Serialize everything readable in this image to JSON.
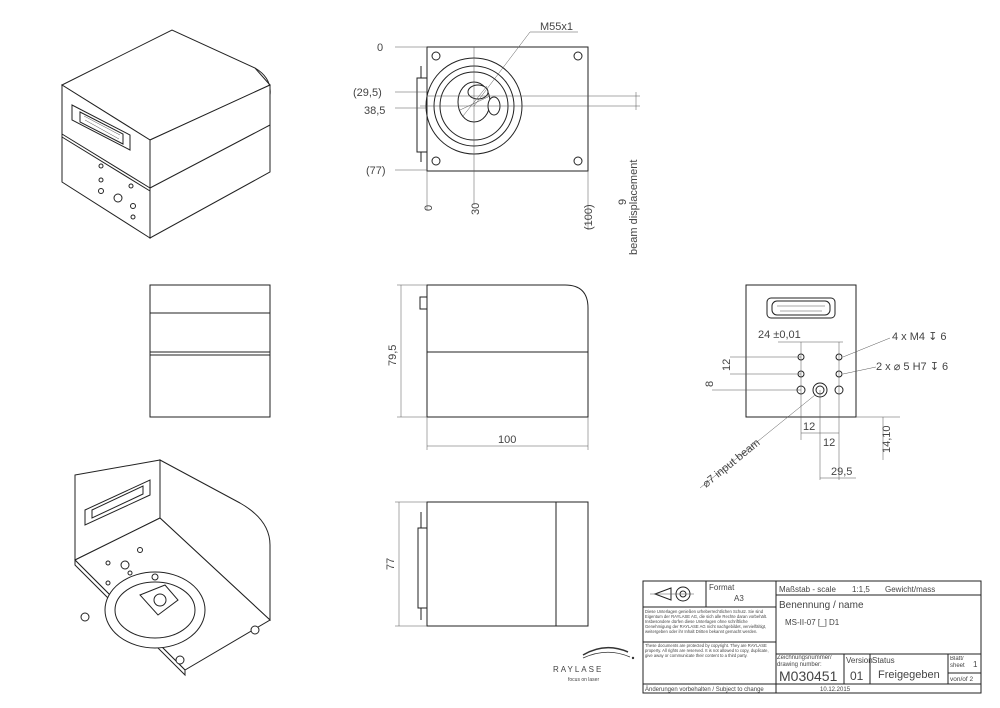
{
  "front_view": {
    "thread_label": "M55x1",
    "left_dims": [
      "0",
      "(29,5)",
      "38,5",
      "(77)"
    ],
    "bottom_dims": [
      "0",
      "30",
      "(100)"
    ],
    "right_dim_value": "9",
    "right_dim_label": "beam displacement"
  },
  "side_view": {
    "height_dim": "79,5",
    "width_dim": "100"
  },
  "bottom_view": {
    "height_dim": "77"
  },
  "rear_view": {
    "spacing_label": "24 ±0,01",
    "holes_m4": "4 x M4 ↧ 6",
    "holes_pin": "2 x ⌀ 5 H7 ↧ 6",
    "dim_12_vertical": "12",
    "dim_8": "8",
    "dim_12_a": "12",
    "dim_12_b": "12",
    "dim_14_10": "14,10",
    "dim_29_5": "29,5",
    "input_beam": "⌀7  input beam"
  },
  "title_block": {
    "format_label": "Format",
    "format_value": "A3",
    "scale_label": "Maßstab - scale",
    "scale_value": "1:1,5",
    "weight_label": "Gewicht/mass",
    "name_label": "Benennung / name",
    "name_value": "MS-II-07 [_] D1",
    "copyright_de": "Diese Unterlagen genießen urheberrechtlichen Schutz. Sie sind Eigentum der RAYLASE AG, die sich alle Rechte daran vorbehält. Insbesondere dürfen diese Unterlagen ohne schriftliche Genehmigung der RAYLASE AG nicht nachgebildet, vervielfältigt, weitergeben oder ihr Inhalt Dritten bekannt gemacht werden.",
    "copyright_en": "These documents are protected by copyright. They are RAYLASE property. All rights are reserved. It is not allowed to copy, duplicate, give away or communicate their content to a third party.",
    "drawing_number_label": "Zeichnungsnummer/ drawing number:",
    "drawing_number": "M030451",
    "version_label": "Version",
    "version_value": "01",
    "status_label": "Status",
    "status_value": "Freigegeben",
    "sheet_label": "Blatt/ sheet",
    "sheet_number": "1",
    "sheet_of": "von/of 2",
    "change_note": "Änderungen vorbehalten / Subject to change",
    "date": "10.12.2015",
    "logo_name": "RAYLASE",
    "logo_tagline": "focus on laser"
  }
}
